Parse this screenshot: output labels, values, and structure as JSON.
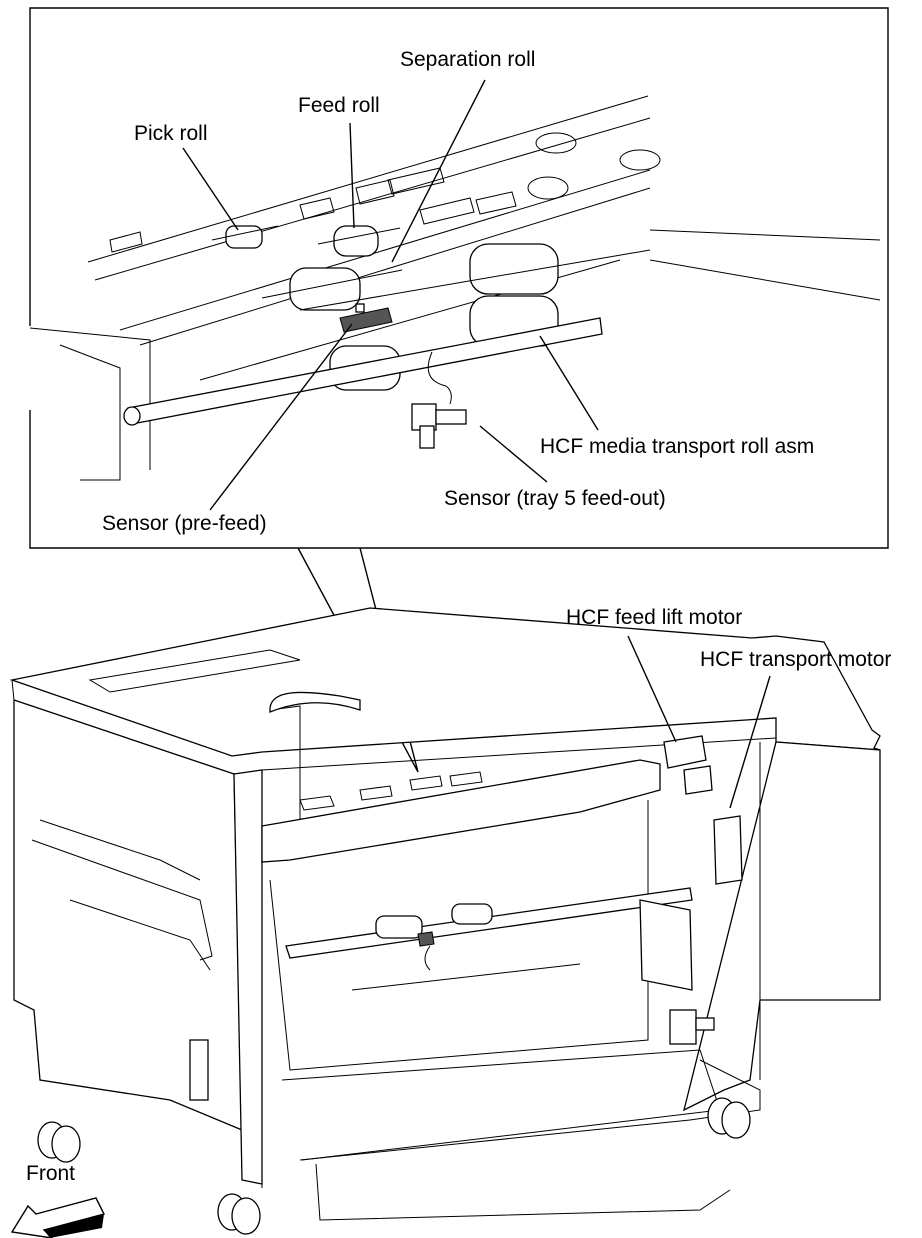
{
  "labels": {
    "separation_roll": "Separation roll",
    "feed_roll": "Feed roll",
    "pick_roll": "Pick roll",
    "hcf_media_transport_roll_asm": "HCF media transport roll asm",
    "sensor_tray5_feed_out": "Sensor (tray 5 feed-out)",
    "sensor_pre_feed": "Sensor (pre-feed)",
    "hcf_feed_lift_motor": "HCF feed lift motor",
    "hcf_transport_motor": "HCF transport motor",
    "front": "Front"
  }
}
